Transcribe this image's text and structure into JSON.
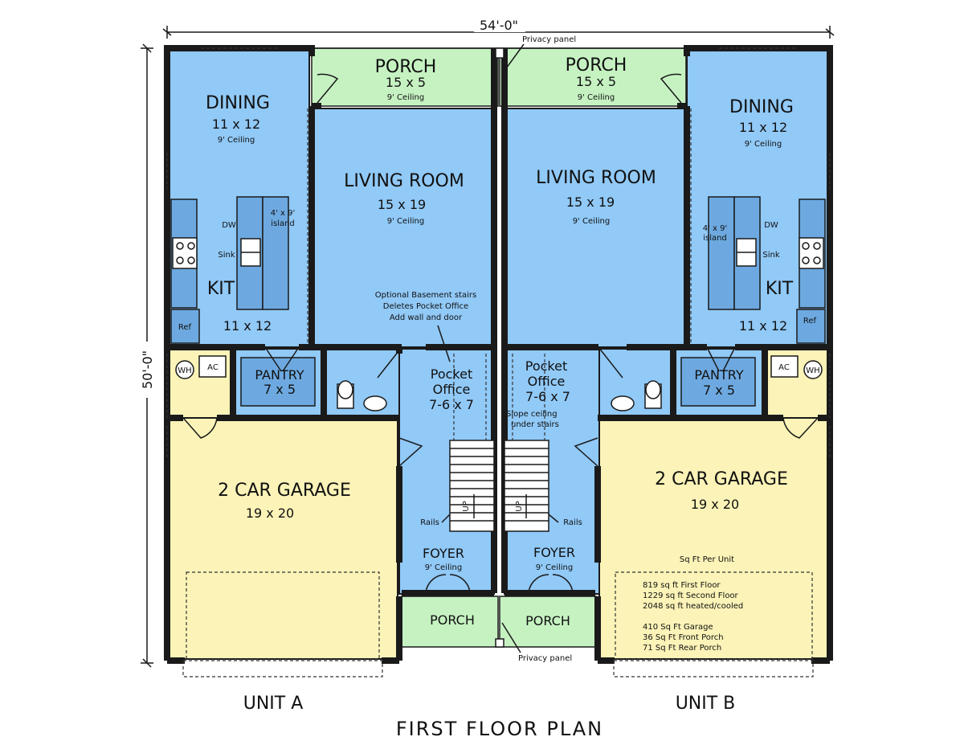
{
  "dims": {
    "width": "54'-0\"",
    "depth": "50'-0\""
  },
  "notes": {
    "privacy_top": "Privacy panel",
    "privacy_bottom": "Privacy panel",
    "basement_1": "Optional Basement stairs",
    "basement_2": "Deletes Pocket Office",
    "basement_3": "Add wall and door",
    "slope_1": "Slope ceiling",
    "slope_2": "under stairs"
  },
  "unitA": {
    "label": "UNIT A",
    "dining": {
      "name": "DINING",
      "size": "11 x 12",
      "ceiling": "9' Ceiling"
    },
    "porch_rear": {
      "name": "PORCH",
      "size": "15 x 5",
      "ceiling": "9' Ceiling"
    },
    "living": {
      "name": "LIVING ROOM",
      "size": "15 x 19",
      "ceiling": "9' Ceiling"
    },
    "kitchen": {
      "name": "KIT",
      "size": "11 x 12",
      "island_1": "4' x 9'",
      "island_2": "island",
      "dw": "DW",
      "sink": "Sink",
      "ref": "Ref"
    },
    "pantry": {
      "name": "PANTRY",
      "size": "7 x 5"
    },
    "utility": {
      "wh": "WH",
      "ac": "AC"
    },
    "office": {
      "name_1": "Pocket",
      "name_2": "Office",
      "size": "7-6 x 7"
    },
    "garage": {
      "name": "2 CAR GARAGE",
      "size": "19 x 20"
    },
    "stairs": {
      "up": "UP",
      "rails": "Rails"
    },
    "foyer": {
      "name": "FOYER",
      "ceiling": "9' Ceiling"
    },
    "porch_front": {
      "name": "PORCH"
    }
  },
  "unitB": {
    "label": "UNIT B",
    "dining": {
      "name": "DINING",
      "size": "11 x 12",
      "ceiling": "9' Ceiling"
    },
    "porch_rear": {
      "name": "PORCH",
      "size": "15 x 5",
      "ceiling": "9' Ceiling"
    },
    "living": {
      "name": "LIVING ROOM",
      "size": "15 x 19",
      "ceiling": "9' Ceiling"
    },
    "kitchen": {
      "name": "KIT",
      "size": "11 x 12",
      "island_1": "4' x 9'",
      "island_2": "island",
      "dw": "DW",
      "sink": "Sink",
      "ref": "Ref"
    },
    "pantry": {
      "name": "PANTRY",
      "size": "7 x 5"
    },
    "utility": {
      "wh": "WH",
      "ac": "AC"
    },
    "office": {
      "name_1": "Pocket",
      "name_2": "Office",
      "size": "7-6 x 7"
    },
    "garage": {
      "name": "2 CAR GARAGE",
      "size": "19 x 20"
    },
    "stairs": {
      "up": "UP",
      "rails": "Rails"
    },
    "foyer": {
      "name": "FOYER",
      "ceiling": "9' Ceiling"
    },
    "porch_front": {
      "name": "PORCH"
    }
  },
  "sqft": {
    "heading": "Sq Ft Per Unit",
    "lines": [
      "819 sq ft First Floor",
      "1229 sq ft Second Floor",
      "2048 sq ft heated/cooled",
      "",
      "410 Sq Ft Garage",
      "36 Sq Ft Front Porch",
      "71 Sq Ft Rear Porch"
    ]
  },
  "title": "FIRST FLOOR PLAN",
  "colors": {
    "room": "#91c9f7",
    "garage": "#fbf3b7",
    "porch": "#c6f2c2",
    "line": "#1a1a1a"
  }
}
